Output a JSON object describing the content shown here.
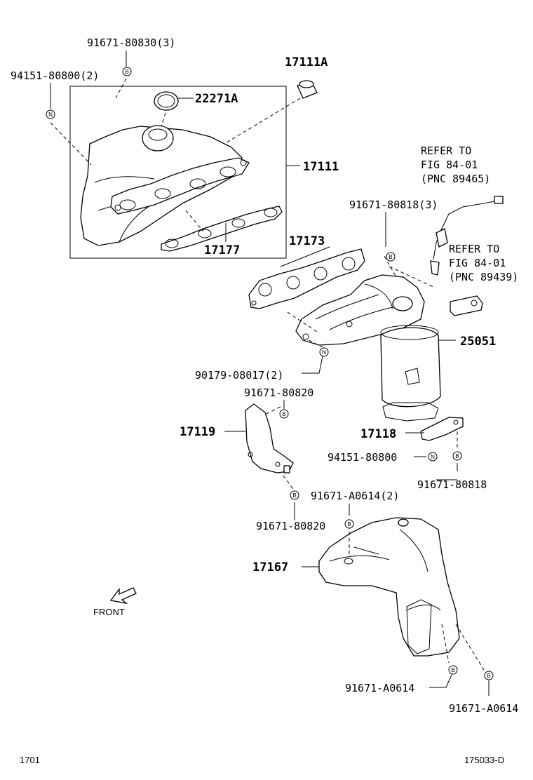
{
  "labels": {
    "p91671_80830": "91671-80830(3)",
    "p94151_80800_2": "94151-80800(2)",
    "p17111A": "17111A",
    "p22271A": "22271A",
    "p17111": "17111",
    "p17177": "17177",
    "p17173": "17173",
    "refer1_l1": "REFER TO",
    "refer1_l2": "FIG 84-01",
    "refer1_l3": "(PNC 89465)",
    "p91671_80818_3": "91671-80818(3)",
    "refer2_l1": "REFER TO",
    "refer2_l2": "FIG 84-01",
    "refer2_l3": "(PNC 89439)",
    "p25051": "25051",
    "p90179_08017": "90179-08017(2)",
    "p91671_80820_top": "91671-80820",
    "p17119": "17119",
    "p17118": "17118",
    "p94151_80800": "94151-80800",
    "p91671_80818": "91671-80818",
    "p91671_A0614_2": "91671-A0614(2)",
    "p91671_80820_bot": "91671-80820",
    "p17167": "17167",
    "p91671_A0614_a": "91671-A0614",
    "p91671_A0614_b": "91671-A0614",
    "front": "FRONT"
  },
  "markers": {
    "bolt": "B",
    "nut": "N"
  },
  "footer": {
    "page_code": "1701",
    "figure_code": "175033-D"
  }
}
